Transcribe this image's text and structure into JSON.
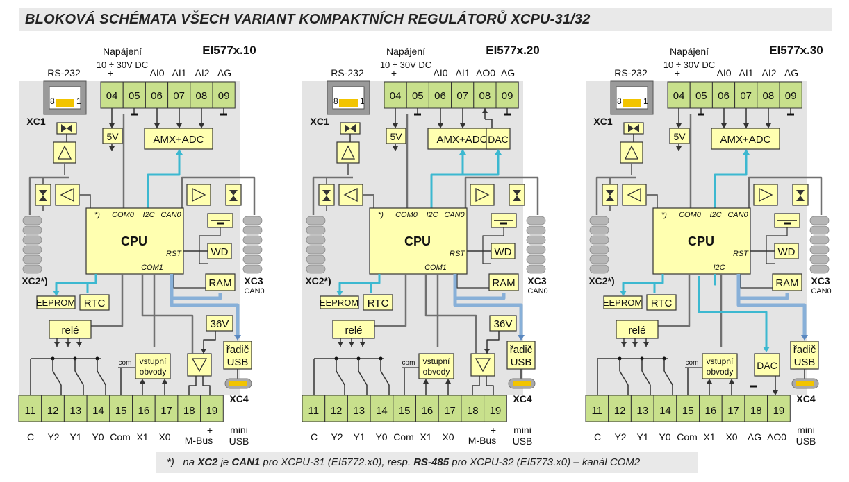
{
  "title": "BLOKOVÁ SCHÉMATA VŠECH VARIANT KOMPAKTNÍCH REGULÁTORŮ XCPU-31/32",
  "footnote": {
    "star": "*)",
    "p1": "na ",
    "xc2": "XC2",
    "p2": " je ",
    "can1": "CAN1",
    "p3": " pro XCPU-31 (EI5772.x0), resp. ",
    "rs485": "RS-485",
    "p4": " pro XCPU-32 (EI5773.x0) – kanál COM2"
  },
  "colors": {
    "block_fill": "#ffffb0",
    "terminal_fill": "#c8e08c",
    "board_fill": "#e4e4e4",
    "cyan_bus": "#3cb8d0",
    "blue_bus": "#88b0d8",
    "line_gray": "#707070"
  },
  "common": {
    "napajeni": "Napájení",
    "voltage": "10 ÷ 30V DC",
    "plus": "+",
    "minus": "–",
    "rs232": "RS-232",
    "connector_pin_left": "8",
    "connector_pin_right": "1",
    "xc1": "XC1",
    "xc2": "XC2*)",
    "xc3": "XC3",
    "can0_small": "CAN0",
    "xc4": "XC4",
    "top_terminals": [
      "04",
      "05",
      "06",
      "07",
      "08",
      "09"
    ],
    "bottom_terminals": [
      "11",
      "12",
      "13",
      "14",
      "15",
      "16",
      "17",
      "18",
      "19"
    ],
    "bottom_labels_start": [
      "C",
      "Y2",
      "Y1",
      "Y0",
      "Com",
      "X1",
      "X0"
    ],
    "five_v": "5V",
    "amx_adc": "AMX+ADC",
    "dac": "DAC",
    "cpu": "CPU",
    "star": "*)",
    "com0": "COM0",
    "i2c": "I2C",
    "can0": "CAN0",
    "rst": "RST",
    "com1": "COM1",
    "wd": "WD",
    "ram": "RAM",
    "eeprom": "EEPROM",
    "rtc": "RTC",
    "rele": "relé",
    "com_small": "com",
    "vstupni": "vstupní",
    "obvody": "obvody",
    "v36": "36V",
    "radic": "řadič",
    "usb": "USB",
    "mini": "mini",
    "minus_sign": "–",
    "plus_sign": "+",
    "mbus": "M-Bus"
  },
  "variants": [
    {
      "model": "EI577x.10",
      "top_labels": [
        "AI0",
        "AI1",
        "AI2",
        "AG"
      ],
      "bottom_labels_end": [
        "",
        ""
      ],
      "cpu_bottom": "COM1",
      "has_dac": false,
      "has_mbus": true
    },
    {
      "model": "EI577x.20",
      "top_labels": [
        "AI0",
        "AI1",
        "AO0",
        "AG"
      ],
      "bottom_labels_end": [
        "",
        ""
      ],
      "cpu_bottom": "COM1",
      "has_dac": true,
      "has_mbus": true
    },
    {
      "model": "EI577x.30",
      "top_labels": [
        "AI0",
        "AI1",
        "AI2",
        "AG"
      ],
      "bottom_labels_end": [
        "AG",
        "AO0"
      ],
      "cpu_bottom": "I2C",
      "has_dac": true,
      "has_mbus": false
    }
  ]
}
